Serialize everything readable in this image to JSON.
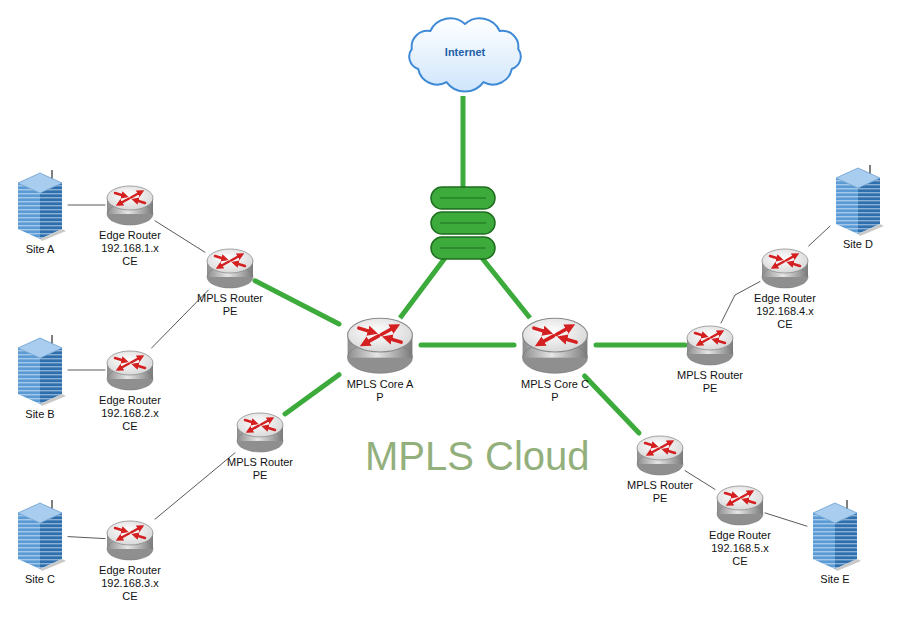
{
  "diagram": {
    "nodes": [
      {
        "text": [
          "Internet"
        ]
      },
      {
        "text": [
          "MPLS Cloud"
        ]
      },
      {
        "text": [
          "Site A"
        ]
      },
      {
        "text": [
          "Edge Router 192.168.1.x CE"
        ]
      },
      {
        "text": [
          "MPLS Router PE"
        ],
        "in": 1
      },
      {
        "text": [
          "Site D"
        ]
      },
      {
        "text": [
          "Edge Router 192.168.4.x CE"
        ]
      },
      {
        "text": [
          "Site B"
        ]
      },
      {
        "text": [
          "Edge Router 192.168.2.x CE"
        ]
      },
      {
        "text": [
          "MPLS Core A P"
        ],
        "in": 1
      },
      {
        "text": [
          "MPLS Core C P"
        ],
        "in": 1
      },
      {
        "text": [
          "MPLS Router PE"
        ],
        "in": 1
      },
      {
        "text": [
          "MPLS Router PE"
        ],
        "in": 1
      },
      {
        "text": [
          "MPLS Router PE"
        ],
        "in": 1
      },
      {
        "text": [
          "Site C"
        ]
      },
      {
        "text": [
          "Edge Router 192.168.3.x CE"
        ]
      },
      {
        "text": [
          "Edge Router 192.168.5.x CE"
        ]
      },
      {
        "text": [
          "Site E"
        ]
      }
    ],
    "edges": [
      {
        "from": 2,
        "to": 3,
        "arrow": "none"
      },
      {
        "from": 3,
        "to": 4,
        "arrow": "none"
      },
      {
        "from": 7,
        "to": 8,
        "arrow": "none"
      },
      {
        "from": 8,
        "to": 4,
        "arrow": "none"
      },
      {
        "from": 4,
        "to": 9,
        "arrow": "none"
      },
      {
        "from": 9,
        "to": 10,
        "arrow": "none"
      },
      {
        "from": 9,
        "to": 12,
        "arrow": "none"
      },
      {
        "from": 10,
        "to": 11,
        "arrow": "none"
      },
      {
        "from": 10,
        "to": 13,
        "arrow": "none"
      },
      {
        "from": 11,
        "to": 6,
        "arrow": "none"
      },
      {
        "from": 6,
        "to": 5,
        "arrow": "none"
      },
      {
        "from": 12,
        "to": 15,
        "arrow": "none"
      },
      {
        "from": 15,
        "to": 14,
        "arrow": "none"
      },
      {
        "from": 13,
        "to": 16,
        "arrow": "none"
      },
      {
        "from": 16,
        "to": 17,
        "arrow": "none"
      }
    ]
  }
}
